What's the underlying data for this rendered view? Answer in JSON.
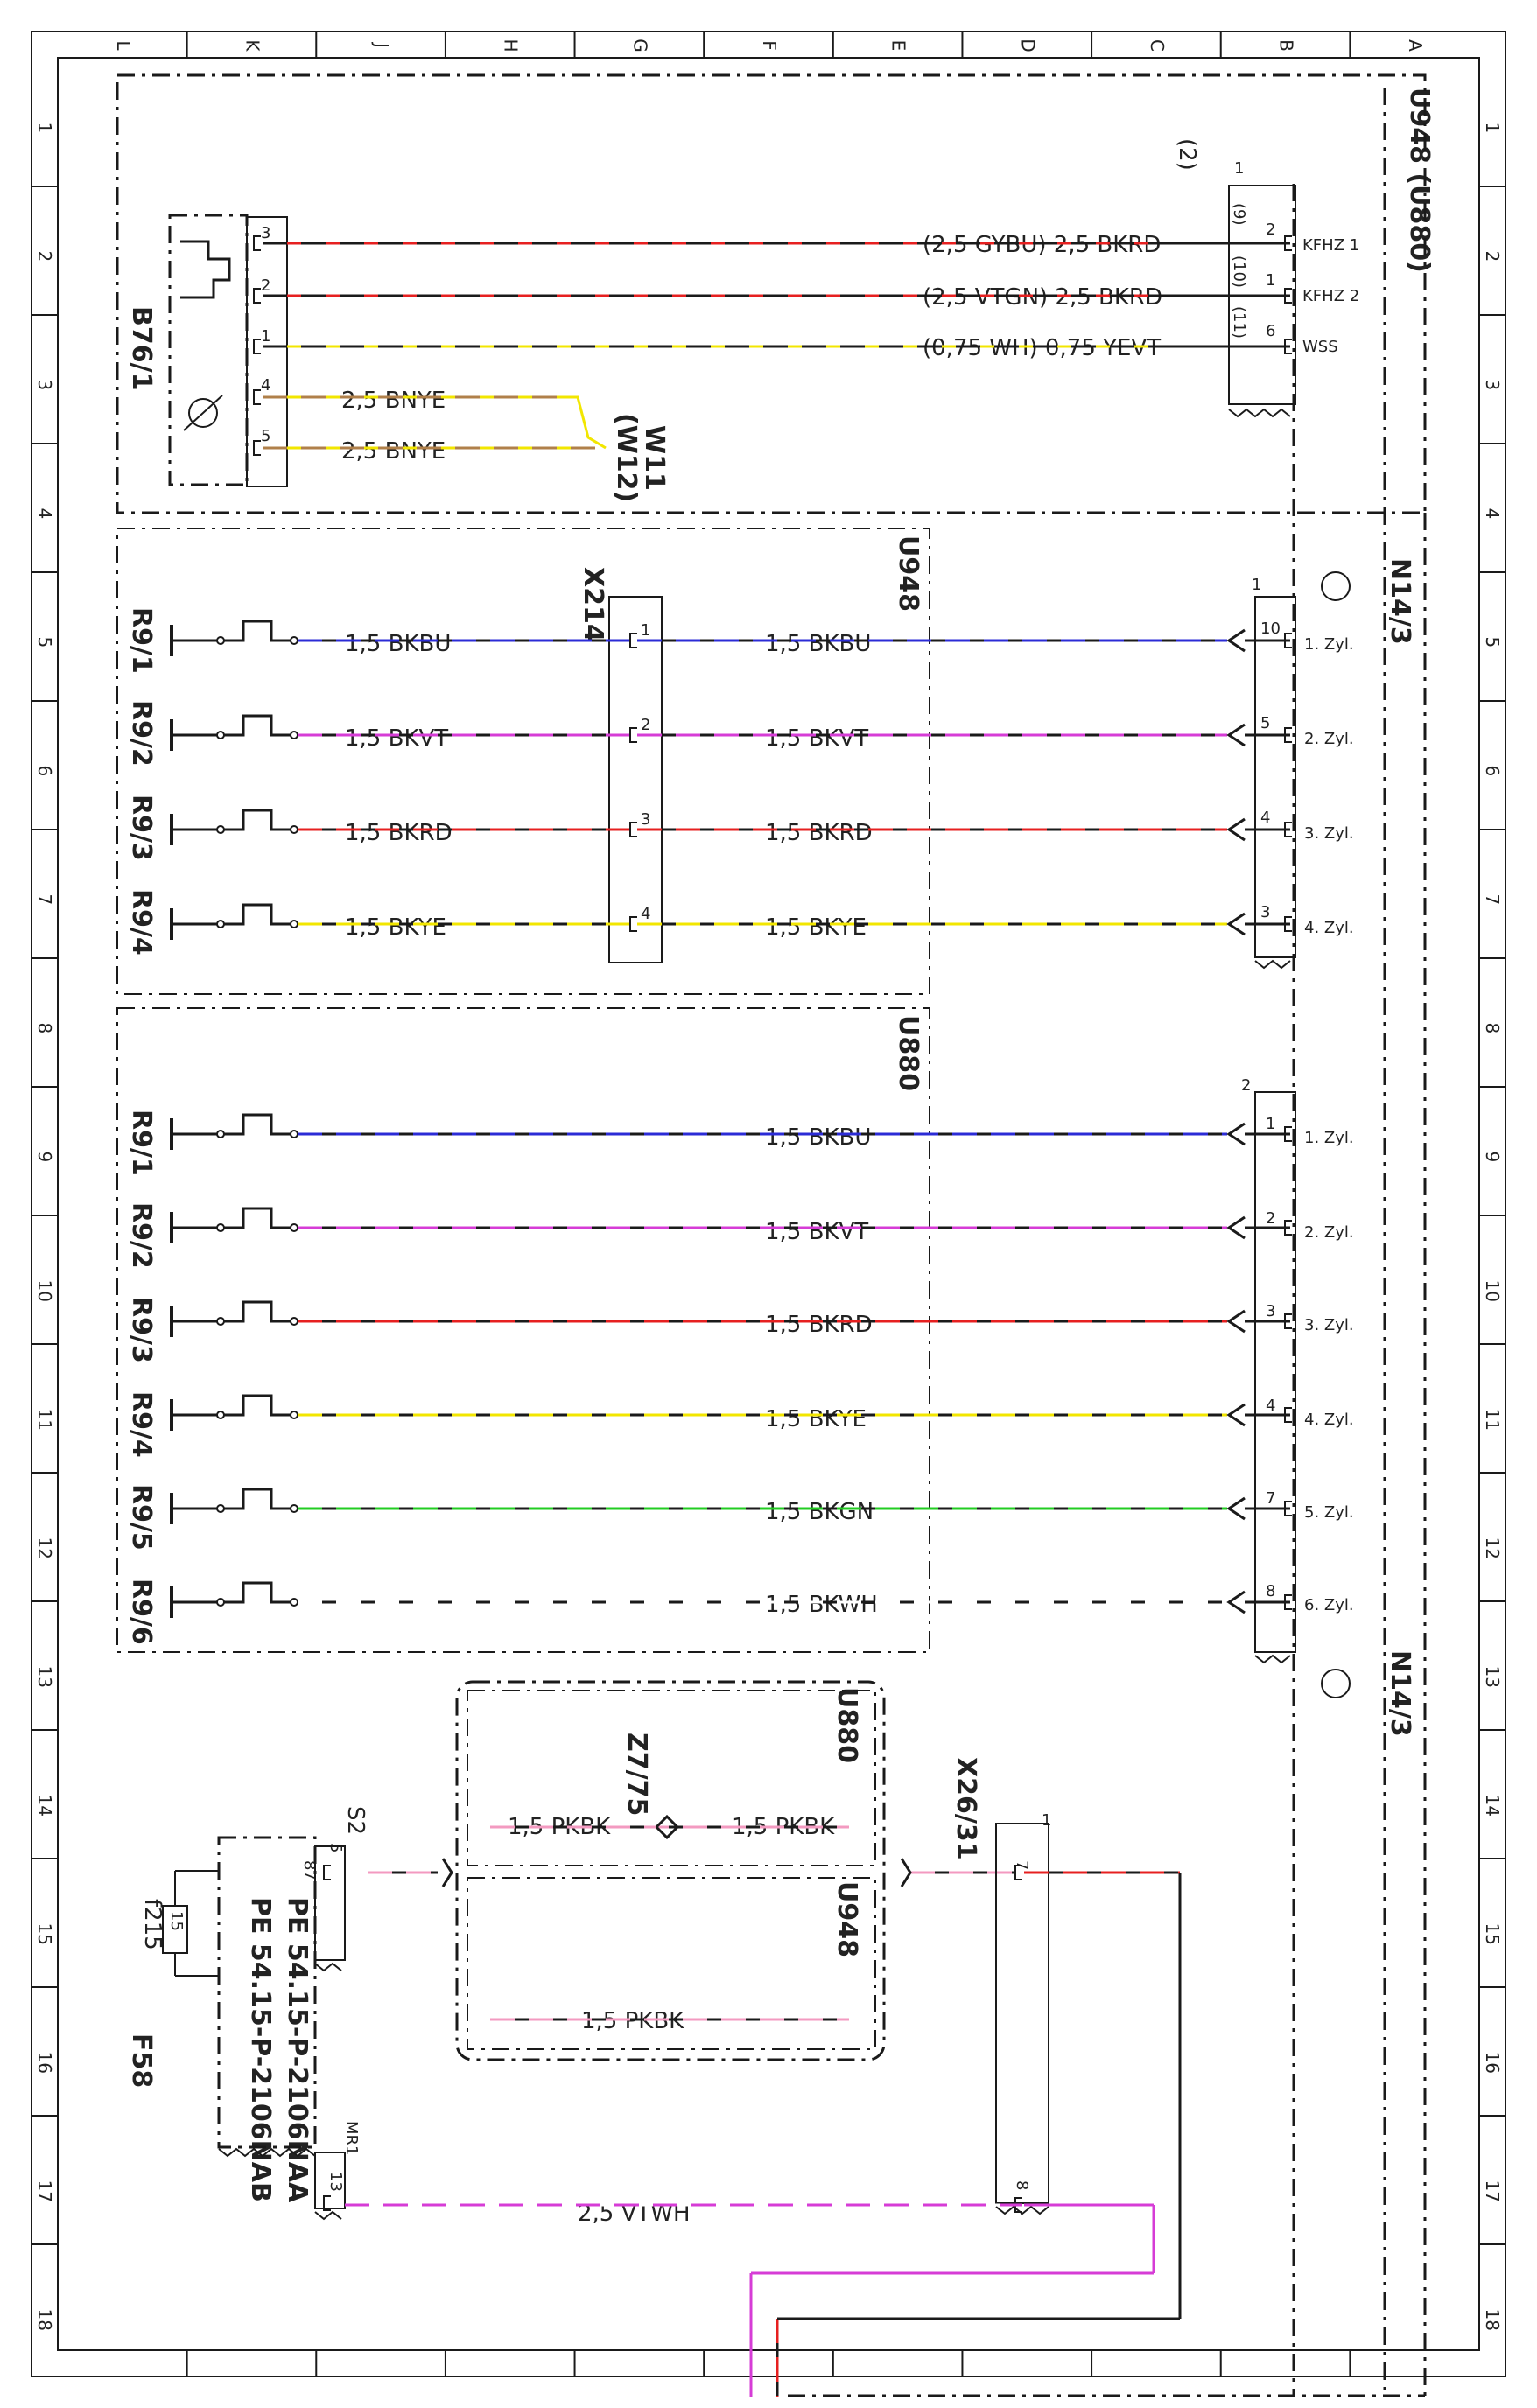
{
  "grid": {
    "cols": [
      "L",
      "K",
      "J",
      "H",
      "G",
      "F",
      "E",
      "D",
      "C",
      "B",
      "A"
    ],
    "rows": [
      "1",
      "2",
      "3",
      "4",
      "5",
      "6",
      "7",
      "8",
      "9",
      "10",
      "11",
      "12",
      "13",
      "14",
      "15",
      "16",
      "17",
      "18"
    ]
  },
  "frames": {
    "top_right": "U948 (U880)",
    "u948_a": "U948",
    "u880_a": "U880",
    "u880_b": "U880",
    "u948_b": "U948",
    "n14_top": "N14/3",
    "n14_bottom": "N14/3"
  },
  "colors": {
    "black": "#1a1a1a",
    "blue": "#2b2bd6",
    "violet": "#d63cd6",
    "red": "#e62020",
    "yellow": "#f2e600",
    "green": "#22cc22",
    "white": "#ffffff",
    "gray": "#9a9a9a",
    "brown": "#b0804a",
    "pink": "#f39ac0",
    "frame": "#555555"
  },
  "b76": {
    "name": "B76/1",
    "pins": [
      "3",
      "2",
      "1",
      "4",
      "5"
    ],
    "wires": [
      {
        "label": "(2,5 GYBU) 2,5 BKRD",
        "colors": [
          "black",
          "red"
        ]
      },
      {
        "label": "(2,5 VTGN) 2,5 BKRD",
        "colors": [
          "black",
          "red"
        ]
      },
      {
        "label": "(0,75 WH) 0,75 YEVT",
        "colors": [
          "black",
          "yellow"
        ]
      },
      {
        "label": "2,5 BNYE",
        "colors": [
          "brown",
          "yellow"
        ]
      },
      {
        "label": "2,5 BNYE",
        "colors": [
          "brown",
          "yellow"
        ]
      }
    ],
    "w11": "W11",
    "w12": "(W12)",
    "connector_pins": [
      "2",
      "1",
      "6"
    ],
    "connector_alt_pins": [
      "(9)",
      "(10)",
      "(11)"
    ],
    "connector_ref": "(2)",
    "connector_num": "1",
    "ecu_labels": [
      "KFHZ 1",
      "KFHZ 2",
      "WSS"
    ]
  },
  "u948_section": {
    "x214": "X214",
    "plug": "1",
    "rows": [
      {
        "sensor": "R9/1",
        "left_label": "1,5 BKBU",
        "x214_pin": "1",
        "right_label": "1,5 BKBU",
        "pin": "10",
        "cyl": "1. Zyl.",
        "colors": [
          "blue",
          "black"
        ]
      },
      {
        "sensor": "R9/2",
        "left_label": "1,5 BKVT",
        "x214_pin": "2",
        "right_label": "1,5 BKVT",
        "pin": "5",
        "cyl": "2. Zyl.",
        "colors": [
          "violet",
          "black"
        ]
      },
      {
        "sensor": "R9/3",
        "left_label": "1,5 BKRD",
        "x214_pin": "3",
        "right_label": "1,5 BKRD",
        "pin": "4",
        "cyl": "3. Zyl.",
        "colors": [
          "red",
          "black"
        ]
      },
      {
        "sensor": "R9/4",
        "left_label": "1,5 BKYE",
        "x214_pin": "4",
        "right_label": "1,5 BKYE",
        "pin": "3",
        "cyl": "4. Zyl.",
        "colors": [
          "yellow",
          "black"
        ]
      }
    ]
  },
  "u880_section": {
    "plug": "2",
    "rows": [
      {
        "sensor": "R9/1",
        "label": "1,5 BKBU",
        "pin": "1",
        "cyl": "1. Zyl.",
        "colors": [
          "blue",
          "black"
        ]
      },
      {
        "sensor": "R9/2",
        "label": "1,5 BKVT",
        "pin": "2",
        "cyl": "2. Zyl.",
        "colors": [
          "violet",
          "black"
        ]
      },
      {
        "sensor": "R9/3",
        "label": "1,5 BKRD",
        "pin": "3",
        "cyl": "3. Zyl.",
        "colors": [
          "red",
          "black"
        ]
      },
      {
        "sensor": "R9/4",
        "label": "1,5 BKYE",
        "pin": "4",
        "cyl": "4. Zyl.",
        "colors": [
          "yellow",
          "black"
        ]
      },
      {
        "sensor": "R9/5",
        "label": "1,5 BKGN",
        "pin": "7",
        "cyl": "5. Zyl.",
        "colors": [
          "green",
          "black"
        ]
      },
      {
        "sensor": "R9/6",
        "label": "1,5 BKWH",
        "pin": "8",
        "cyl": "6. Zyl.",
        "colors": [
          "white",
          "black"
        ]
      }
    ]
  },
  "bottom": {
    "z7": "Z7/75",
    "z7_left": "1,5 PKBK",
    "z7_right": "1,5 PKBK",
    "u948_wire": "1,5 PKBK",
    "s2": "S2",
    "s2_pin_5": "5",
    "s2_pin_87": "87",
    "mr1": "MR1",
    "mr1_pin": "13",
    "vtwh": "2,5 VTWH",
    "pe1": "PE 54.15-P-2106NAA",
    "pe2": "PE 54.15-P-2106NAB",
    "fuse": "15",
    "f215": "f215",
    "f58": "F58",
    "x26": "X26/31",
    "x26_num": "1",
    "x26_pin_7": "7",
    "x26_pin_8": "8"
  }
}
